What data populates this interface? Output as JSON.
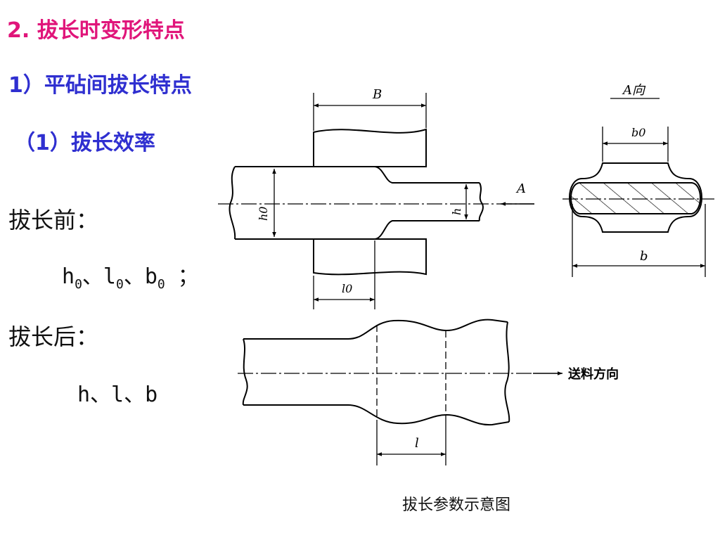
{
  "headings": {
    "section": "2. 拔长时变形特点",
    "subsection": "1）平砧间拔长特点",
    "item": "（1）拔长效率"
  },
  "before": {
    "label": "拔长前：",
    "h": "h",
    "h_sub": "0",
    "sep1": "、",
    "l": "l",
    "l_sub": "0",
    "sep2": "、",
    "b": "b",
    "b_sub": "0",
    "tail": " ；"
  },
  "after": {
    "label": "拔长后：",
    "values": "h、l、b"
  },
  "diagram": {
    "dim_B": "B",
    "dim_h0": "h0",
    "dim_h": "h",
    "dim_l0": "l0",
    "dim_l": "l",
    "dim_b0": "b0",
    "dim_b": "b",
    "arrow_A": "A",
    "view_A": "A向",
    "feed_direction": "送料方向"
  },
  "caption": "拔长参数示意图"
}
